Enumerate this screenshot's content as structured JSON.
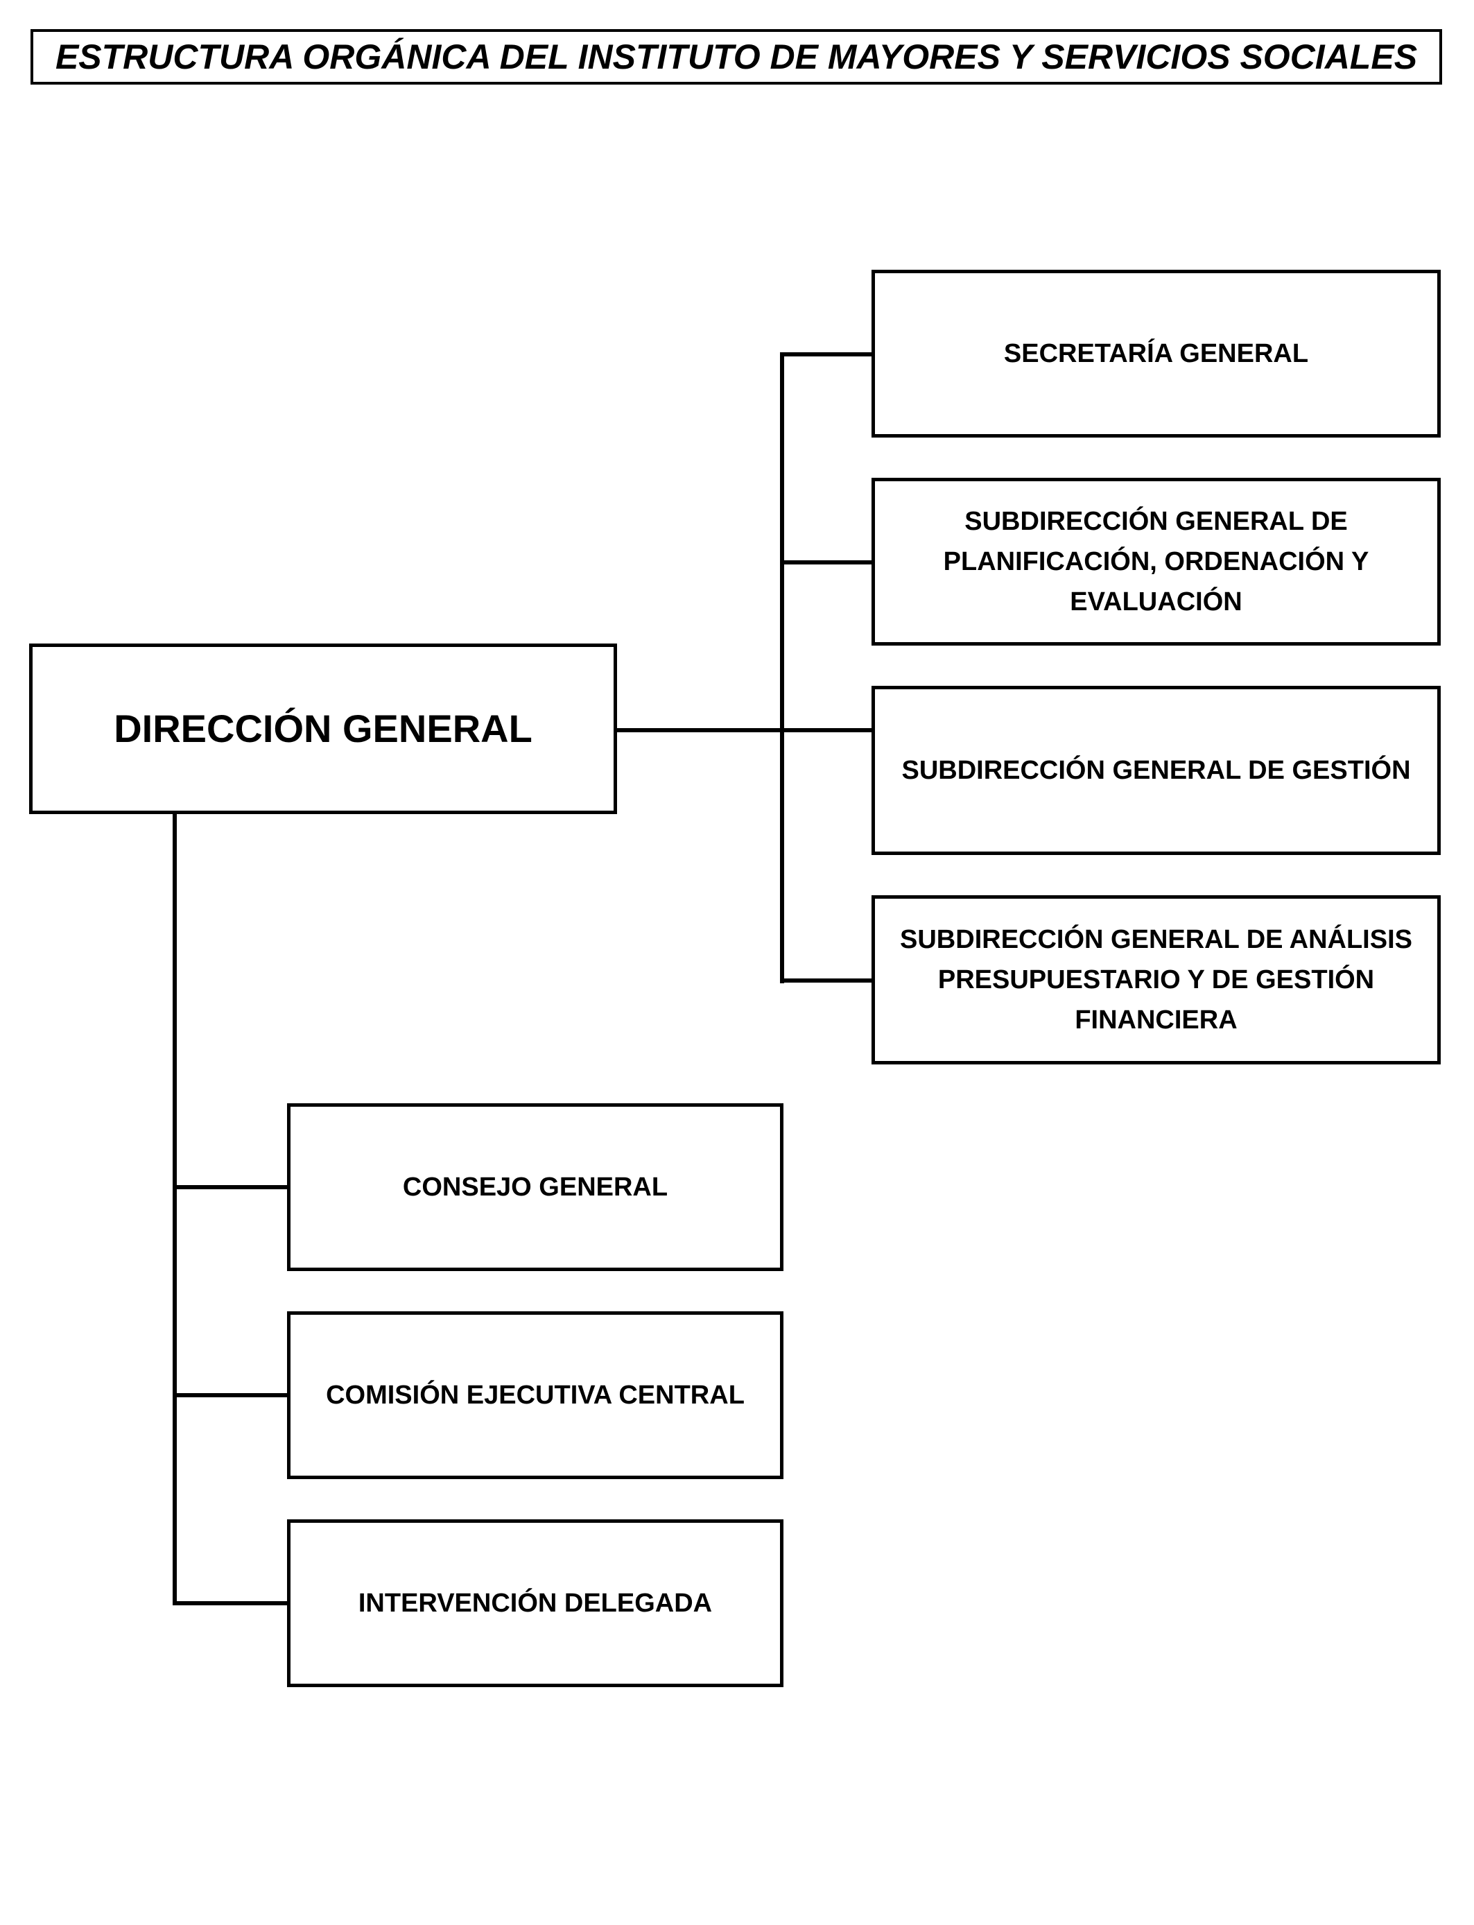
{
  "title": "ESTRUCTURA ORGÁNICA DEL INSTITUTO DE MAYORES Y SERVICIOS SOCIALES",
  "nodes": {
    "direccion_general": "DIRECCIÓN GENERAL",
    "secretaria_general": "SECRETARÍA GENERAL",
    "sg_planificacion": "SUBDIRECCIÓN GENERAL DE PLANIFICACIÓN, ORDENACIÓN Y EVALUACIÓN",
    "sg_gestion": "SUBDIRECCIÓN GENERAL DE GESTIÓN",
    "sg_analisis": "SUBDIRECCIÓN GENERAL DE ANÁLISIS PRESUPUESTARIO Y DE GESTIÓN FINANCIERA",
    "consejo_general": "CONSEJO GENERAL",
    "comision_ejecutiva": "COMISIÓN EJECUTIVA CENTRAL",
    "intervencion_delegada": "INTERVENCIÓN DELEGADA"
  },
  "edges": [
    {
      "from": "direccion_general",
      "to": "secretaria_general"
    },
    {
      "from": "direccion_general",
      "to": "sg_planificacion"
    },
    {
      "from": "direccion_general",
      "to": "sg_gestion"
    },
    {
      "from": "direccion_general",
      "to": "sg_analisis"
    },
    {
      "from": "direccion_general",
      "to": "consejo_general"
    },
    {
      "from": "direccion_general",
      "to": "comision_ejecutiva"
    },
    {
      "from": "direccion_general",
      "to": "intervencion_delegada"
    }
  ]
}
